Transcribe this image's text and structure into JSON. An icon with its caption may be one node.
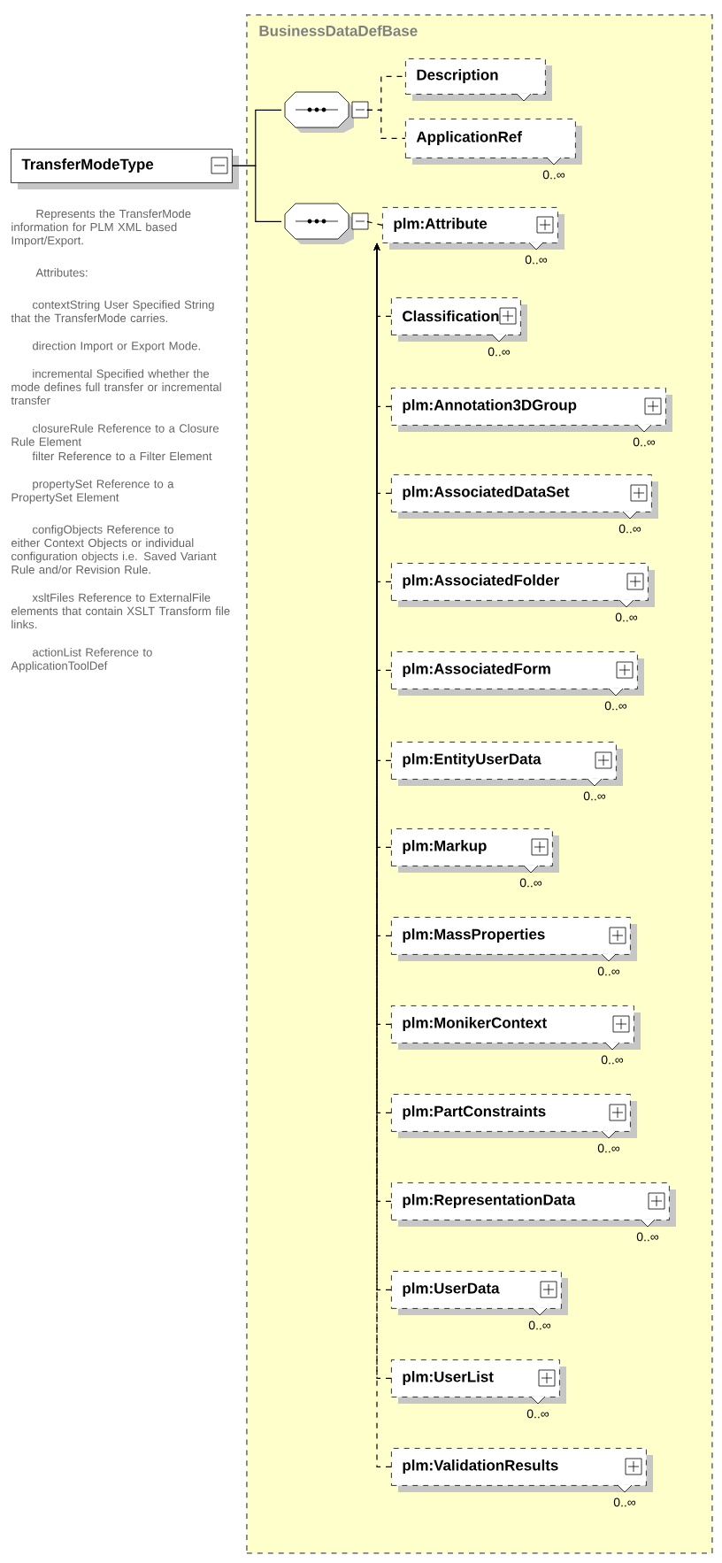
{
  "diagram": {
    "nodes": [
      {
        "text": [
          "BusinessDataDefBase"
        ]
      },
      {
        "text": [
          "TransferModeType"
        ],
        "beside": [
          "Represents the TransferMode information for PLM XML based Import/Export.",
          "Attributes:",
          "contextString User Specified String that the TransferMode carries.",
          "direction Import or Export Mode.",
          "incremental Specified whether the mode defines full transfer or incremental transfer",
          "closureRule Reference to a Closure Rule Element",
          "filter Reference to a Filter Element",
          "propertySet Reference to a PropertySet Element",
          "configObjects Reference to either Context Objects or individual configuration objects i.e. Saved Variant Rule and/or Revision Rule.",
          "xsltFiles Reference to ExternalFile elements that contain XSLT Transform file links.",
          "actionList Reference to ApplicationToolDef"
        ]
      },
      {
        "text": [],
        "shape": "octagon",
        "in": 0
      },
      {
        "text": [
          "Description"
        ],
        "in": 0
      },
      {
        "text": [
          "ApplicationRef"
        ],
        "beside": [
          "0..∞"
        ],
        "in": 0
      },
      {
        "text": [],
        "shape": "octagon",
        "in": 0
      },
      {
        "text": [
          "plm:Attribute"
        ],
        "beside": [
          "0..∞"
        ],
        "in": 0
      },
      {
        "text": [
          "Classification"
        ],
        "beside": [
          "0..∞"
        ],
        "in": 0
      },
      {
        "text": [
          "plm:Annotation3DGroup"
        ],
        "beside": [
          "0..∞"
        ],
        "in": 0
      },
      {
        "text": [
          "plm:AssociatedDataSet"
        ],
        "beside": [
          "0..∞"
        ],
        "in": 0
      },
      {
        "text": [
          "plm:AssociatedFolder"
        ],
        "beside": [
          "0..∞"
        ],
        "in": 0
      },
      {
        "text": [
          "plm:AssociatedForm"
        ],
        "beside": [
          "0..∞"
        ],
        "in": 0
      },
      {
        "text": [
          "plm:EntityUserData"
        ],
        "beside": [
          "0..∞"
        ],
        "in": 0
      },
      {
        "text": [
          "plm:Markup"
        ],
        "beside": [
          "0..∞"
        ],
        "in": 0
      },
      {
        "text": [
          "plm:MassProperties"
        ],
        "beside": [
          "0..∞"
        ],
        "in": 0
      },
      {
        "text": [
          "plm:MonikerContext"
        ],
        "beside": [
          "0..∞"
        ],
        "in": 0
      },
      {
        "text": [
          "plm:PartConstraints"
        ],
        "beside": [
          "0..∞"
        ],
        "in": 0
      },
      {
        "text": [
          "plm:RepresentationData"
        ],
        "beside": [
          "0..∞"
        ],
        "in": 0
      },
      {
        "text": [
          "plm:UserData"
        ],
        "beside": [
          "0..∞"
        ],
        "in": 0
      },
      {
        "text": [
          "plm:UserList"
        ],
        "beside": [
          "0..∞"
        ],
        "in": 0
      },
      {
        "text": [
          "plm:ValidationResults"
        ],
        "beside": [
          "0..∞"
        ],
        "in": 0
      }
    ],
    "edges": [
      {
        "from": 1,
        "to": 2,
        "arrow": "none"
      },
      {
        "from": 1,
        "to": 5,
        "arrow": "none"
      },
      {
        "from": 2,
        "to": 3,
        "arrow": "none",
        "style": "dashed"
      },
      {
        "from": 2,
        "to": 4,
        "arrow": "none",
        "style": "dashed"
      },
      {
        "from": 5,
        "to": 6,
        "arrow": "none",
        "style": "dashed"
      },
      {
        "from": 7,
        "to": 6,
        "arrow": "to",
        "style": "dashed"
      },
      {
        "from": 8,
        "to": 6,
        "arrow": "to",
        "style": "dashed"
      },
      {
        "from": 9,
        "to": 6,
        "arrow": "to",
        "style": "dashed"
      },
      {
        "from": 10,
        "to": 6,
        "arrow": "to",
        "style": "dashed"
      },
      {
        "from": 11,
        "to": 6,
        "arrow": "to",
        "style": "dashed"
      },
      {
        "from": 12,
        "to": 6,
        "arrow": "to",
        "style": "dashed"
      },
      {
        "from": 13,
        "to": 6,
        "arrow": "to",
        "style": "dashed"
      },
      {
        "from": 14,
        "to": 6,
        "arrow": "to",
        "style": "dashed"
      },
      {
        "from": 15,
        "to": 6,
        "arrow": "to",
        "style": "dashed"
      },
      {
        "from": 16,
        "to": 6,
        "arrow": "to",
        "style": "dashed"
      },
      {
        "from": 17,
        "to": 6,
        "arrow": "to",
        "style": "dashed"
      },
      {
        "from": 18,
        "to": 6,
        "arrow": "to",
        "style": "dashed"
      },
      {
        "from": 19,
        "to": 6,
        "arrow": "to",
        "style": "dashed"
      },
      {
        "from": 20,
        "to": 6,
        "arrow": "to",
        "style": "dashed"
      }
    ]
  }
}
